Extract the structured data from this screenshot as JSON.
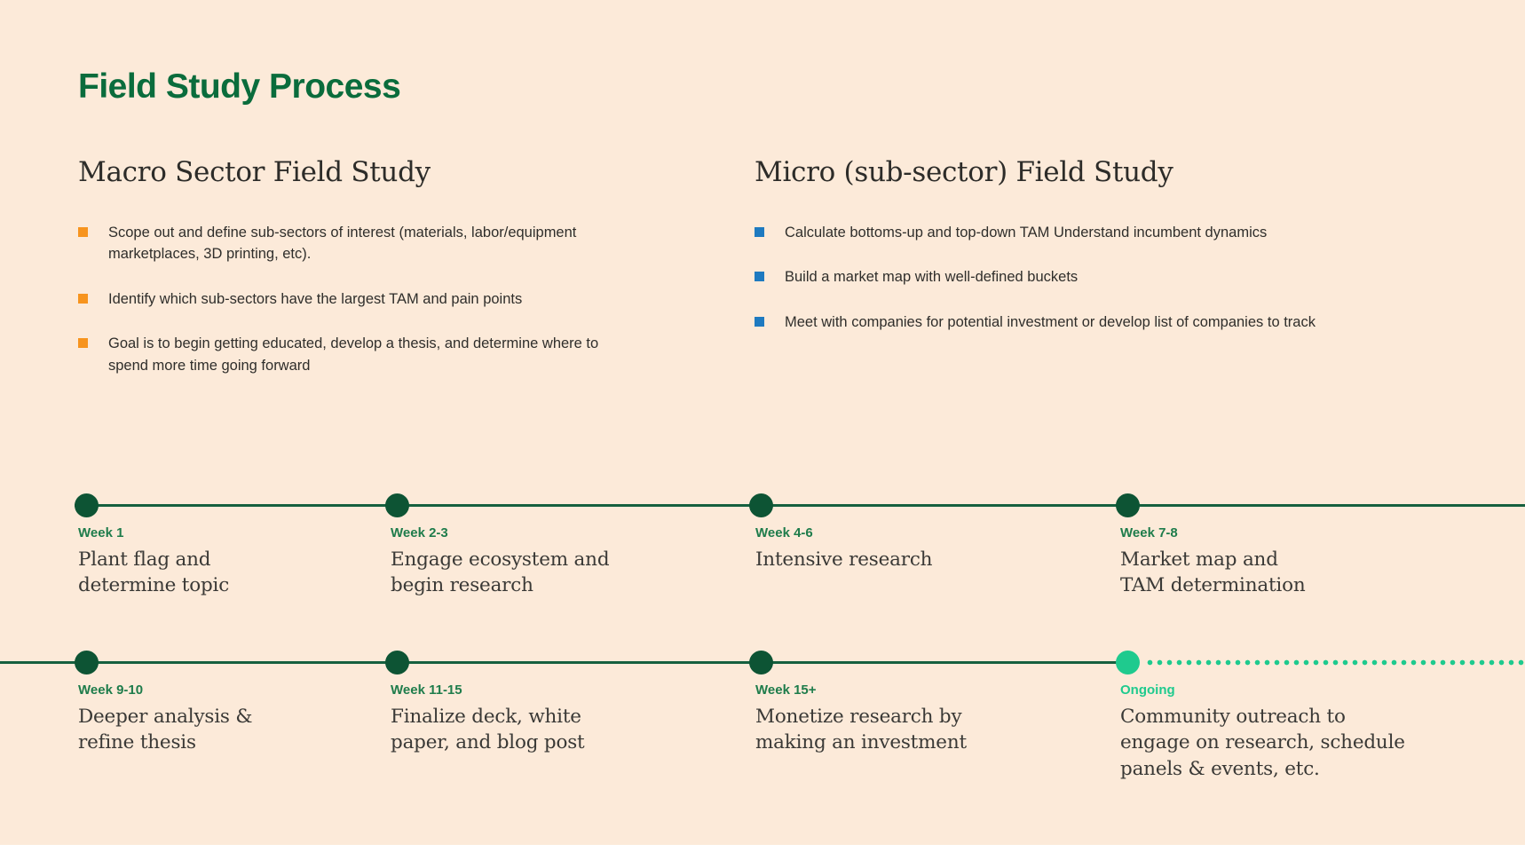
{
  "slide": {
    "title": "Field Study Process",
    "background_color": "#fcead9",
    "title_color": "#0a6c3c"
  },
  "sections": [
    {
      "heading": "Macro Sector Field Study",
      "bullet_color": "#f7941e",
      "bullets": [
        "Scope out and define sub-sectors of interest (materials, labor/equipment marketplaces, 3D printing, etc).",
        "Identify which sub-sectors have the largest TAM and pain points",
        "Goal is to begin getting educated, develop a thesis, and determine where to spend more time going forward"
      ]
    },
    {
      "heading": "Micro (sub-sector) Field Study",
      "bullet_color": "#1e7ac0",
      "bullets": [
        "Calculate bottoms-up and top-down TAM Understand incumbent dynamics",
        "Build a market map with well-defined buckets",
        "Meet with companies for potential investment or develop list of companies to track"
      ]
    }
  ],
  "timeline": {
    "line_color": "#15603f",
    "dot_color": "#0d5434",
    "accent_color": "#1fca8e",
    "week_label_color": "#1e7c4b",
    "rows": [
      {
        "milestones": [
          {
            "week": "Week 1",
            "desc": "Plant flag and\ndetermine topic"
          },
          {
            "week": "Week 2-3",
            "desc": "Engage ecosystem and\nbegin research"
          },
          {
            "week": "Week 4-6",
            "desc": "Intensive research"
          },
          {
            "week": "Week 7-8",
            "desc": "Market map and\nTAM determination"
          }
        ]
      },
      {
        "milestones": [
          {
            "week": "Week 9-10",
            "desc": "Deeper analysis &\nrefine thesis"
          },
          {
            "week": "Week 11-15",
            "desc": "Finalize deck, white\npaper, and blog post"
          },
          {
            "week": "Week 15+",
            "desc": "Monetize research by\nmaking an investment"
          },
          {
            "week": "Ongoing",
            "desc": "Community outreach to\nengage on research, schedule\npanels & events, etc."
          }
        ]
      }
    ]
  }
}
